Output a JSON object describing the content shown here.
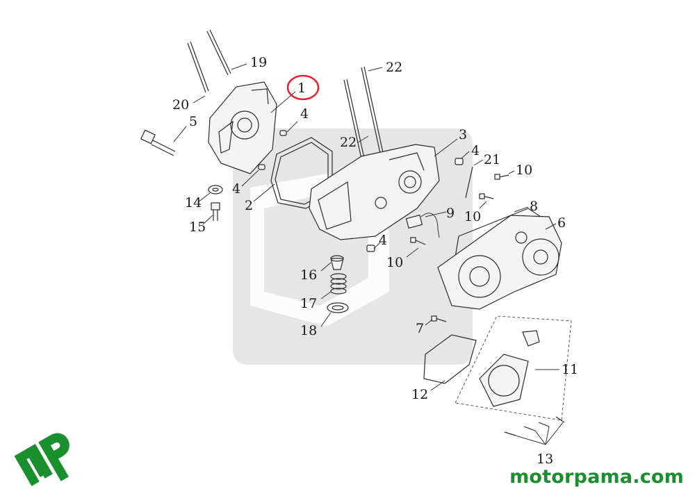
{
  "diagram": {
    "callouts": [
      "1",
      "2",
      "3",
      "4",
      "4",
      "4",
      "4",
      "5",
      "6",
      "7",
      "8",
      "9",
      "10",
      "10",
      "10",
      "11",
      "12",
      "13",
      "14",
      "15",
      "16",
      "17",
      "18",
      "19",
      "20",
      "21",
      "22",
      "22"
    ],
    "highlighted_callout": "1",
    "highlight_color": "#e8202a"
  },
  "brand": {
    "logo_text": "mp",
    "site": "motorpama.com",
    "color": "#1a8f2e"
  }
}
